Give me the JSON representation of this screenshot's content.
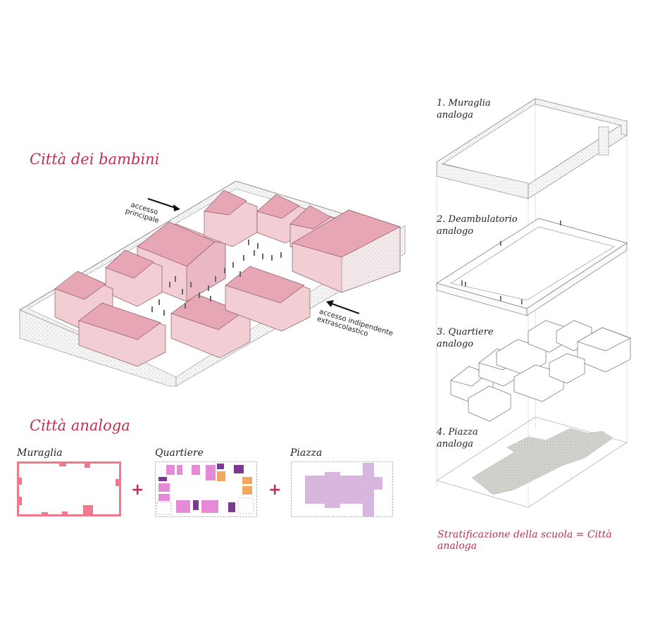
{
  "heading_main": "Città dei bambini",
  "heading_analog": "Città analoga",
  "access": {
    "main": [
      "accesso",
      "principale"
    ],
    "extra": [
      "accesso indipendente",
      "extrascolastico"
    ]
  },
  "legend": {
    "muraglia": "Muraglia",
    "quartiere": "Quartiere",
    "piazza": "Piazza",
    "plus": "+"
  },
  "layers": [
    {
      "line1": "1. Muraglia",
      "line2": "analoga"
    },
    {
      "line1": "2. Deambulatorio",
      "line2": "analogo"
    },
    {
      "line1": "3. Quartiere",
      "line2": "analogo"
    },
    {
      "line1": "4. Piazza",
      "line2": "analoga"
    }
  ],
  "caption": "Stratificazione della scuola = Città analoga",
  "colors": {
    "accent_red": "#b8334f",
    "wall_pink": "#f07a8c",
    "roof_pink": "#e7a6b3",
    "wall_face_pink": "#f3cdd4",
    "quartiere_magenta": "#e58ad6",
    "quartiere_purple": "#7b3a8f",
    "quartiere_orange": "#f4a85e",
    "piazza_lilac": "#d8b7df"
  }
}
